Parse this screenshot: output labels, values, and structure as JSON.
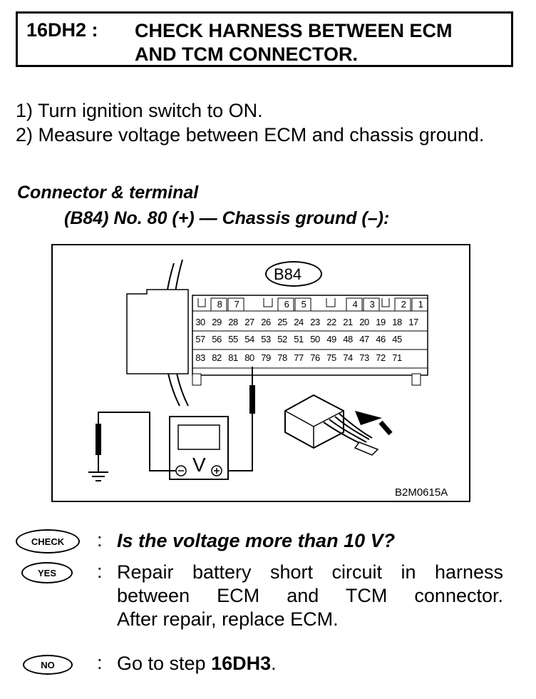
{
  "header": {
    "code": "16DH2 :",
    "title_line1": "CHECK HARNESS BETWEEN ECM",
    "title_line2": "AND TCM CONNECTOR."
  },
  "steps": [
    "1)  Turn ignition switch to ON.",
    "2)  Measure voltage between ECM and chassis ground."
  ],
  "connector": {
    "heading": "Connector & terminal",
    "terminal": "(B84) No. 80 (+) — Chassis ground (–):"
  },
  "figure": {
    "connector_label": "B84",
    "figure_code": "B2M0615A",
    "meter_label": "V",
    "top_row_pins": [
      "8",
      "7",
      "6",
      "5",
      "4",
      "3",
      "2",
      "1"
    ],
    "row2_pins": [
      "30",
      "29",
      "28",
      "27",
      "26",
      "25",
      "24",
      "23",
      "22",
      "21",
      "20",
      "19",
      "18",
      "17"
    ],
    "row3_pins": [
      "57",
      "56",
      "55",
      "54",
      "53",
      "52",
      "51",
      "50",
      "49",
      "48",
      "47",
      "46",
      "45"
    ],
    "row4_pins": [
      "83",
      "82",
      "81",
      "80",
      "79",
      "78",
      "77",
      "76",
      "75",
      "74",
      "73",
      "72",
      "71"
    ]
  },
  "check": {
    "check_badge": "CHECK",
    "colon": ":",
    "question": "Is the voltage more than 10 V?"
  },
  "yes": {
    "badge": "YES",
    "line1": "Repair battery short circuit in harness",
    "line2": "between ECM and TCM connector.",
    "line3": "After repair, replace ECM."
  },
  "no": {
    "badge": "NO",
    "prefix": "Go to step ",
    "step": "16DH3",
    "suffix": "."
  }
}
